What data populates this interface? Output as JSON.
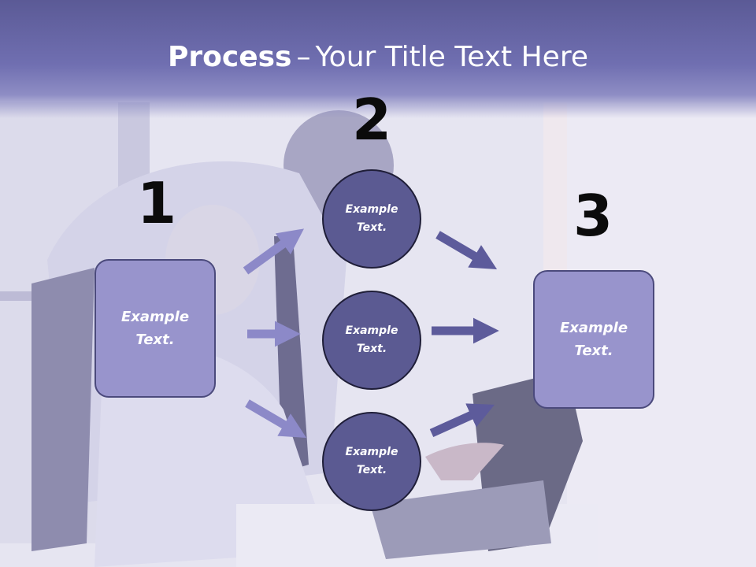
{
  "title": {
    "bold": "Process",
    "separator": "–",
    "rest": "Your Title Text Here"
  },
  "steps": {
    "step1": {
      "number": "1",
      "label": "Example Text."
    },
    "step2": {
      "number": "2",
      "circles": [
        {
          "label": "Example Text."
        },
        {
          "label": "Example Text."
        },
        {
          "label": "Example Text."
        }
      ]
    },
    "step3": {
      "number": "3",
      "label": "Example Text."
    }
  },
  "colors": {
    "header": "#706fb1",
    "box_fill": "#9894cc",
    "circle_fill": "#5b5a92",
    "arrow_left": "#8c89c8",
    "arrow_right": "#5d5b9b"
  }
}
